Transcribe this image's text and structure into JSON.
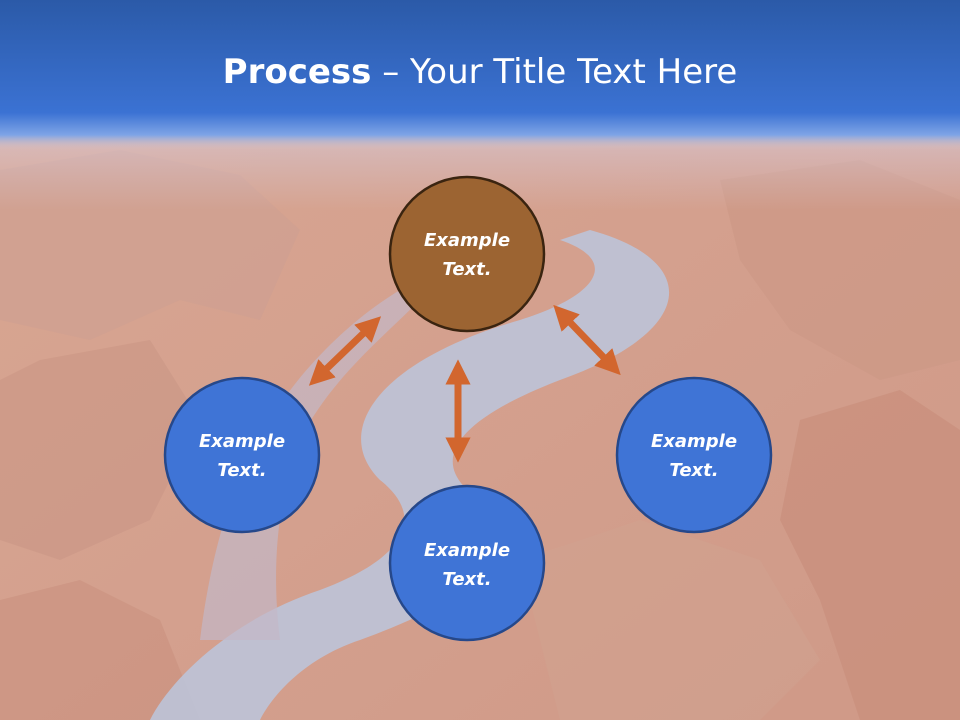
{
  "slide": {
    "title_bold": "Process",
    "title_dash": " – ",
    "title_rest": "Your Title Text Here"
  },
  "colors": {
    "title_band_top": "#2d5fb4",
    "title_band_bottom": "#3f78d9",
    "center_node_fill": "#9c6432",
    "center_node_stroke": "#3a2410",
    "outer_node_fill": "#3f74d6",
    "outer_node_stroke": "#26488a",
    "arrow": "#d2662e"
  },
  "nodes": [
    {
      "id": "top",
      "line1": "Example",
      "line2": "Text."
    },
    {
      "id": "left",
      "line1": "Example",
      "line2": "Text."
    },
    {
      "id": "right",
      "line1": "Example",
      "line2": "Text."
    },
    {
      "id": "bottom",
      "line1": "Example",
      "line2": "Text."
    }
  ]
}
